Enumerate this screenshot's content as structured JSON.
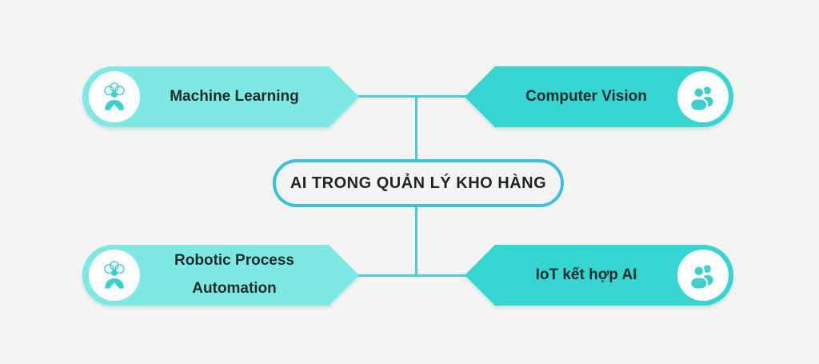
{
  "center": {
    "label": "AI TRONG QUẢN LÝ KHO HÀNG"
  },
  "nodes": [
    {
      "id": "machine-learning",
      "label": "Machine Learning",
      "position": "top-left",
      "icon": "brain-person-icon",
      "variant": "light"
    },
    {
      "id": "computer-vision",
      "label": "Computer Vision",
      "position": "top-right",
      "icon": "users-icon",
      "variant": "dark"
    },
    {
      "id": "robotic-process-automation",
      "label": "Robotic Process Automation",
      "position": "bottom-left",
      "icon": "brain-person-icon",
      "variant": "light"
    },
    {
      "id": "iot-ket-hop-ai",
      "label": "IoT kết hợp AI",
      "position": "bottom-right",
      "icon": "users-icon",
      "variant": "dark"
    }
  ],
  "colors": {
    "background": "#f4f5f3",
    "node_light": "#7ee9e4",
    "node_dark": "#35d6d2",
    "icon_teal": "#3ccfcc",
    "connector_line": "#49ccd7",
    "center_border": "#3bbfe0",
    "text": "#212a2c"
  }
}
